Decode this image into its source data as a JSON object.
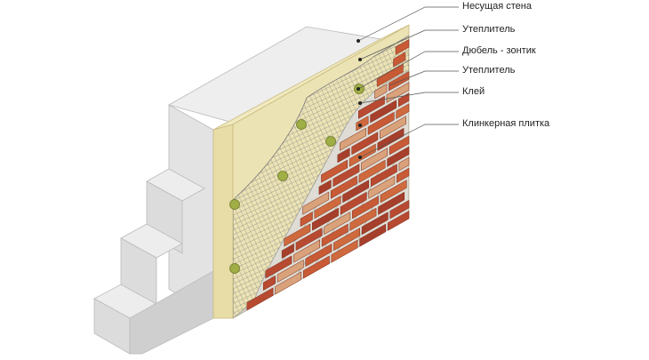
{
  "labels": [
    {
      "id": "load-bearing-wall",
      "text": "Несущая стена"
    },
    {
      "id": "insulation-1",
      "text": "Утеплитель"
    },
    {
      "id": "umbrella-dowel",
      "text": "Дюбель - зонтик"
    },
    {
      "id": "insulation-2",
      "text": "Утеплитель"
    },
    {
      "id": "glue",
      "text": "Клей"
    },
    {
      "id": "clinker-tile",
      "text": "Клинкерная плитка"
    }
  ],
  "colors": {
    "concrete_top": "#efefef",
    "concrete_front": "#e2e2e2",
    "concrete_side": "#cfcfcf",
    "insulation": "#ece3b4",
    "insulation_side": "#d6cb95",
    "mesh": "#8f8f8f",
    "glue": "#dcdcd6",
    "brick_red": "#b84a32",
    "brick_orange": "#cf6a3e",
    "brick_tan": "#d9a27a",
    "dowel": "#9fae45",
    "leader": "#555555"
  }
}
